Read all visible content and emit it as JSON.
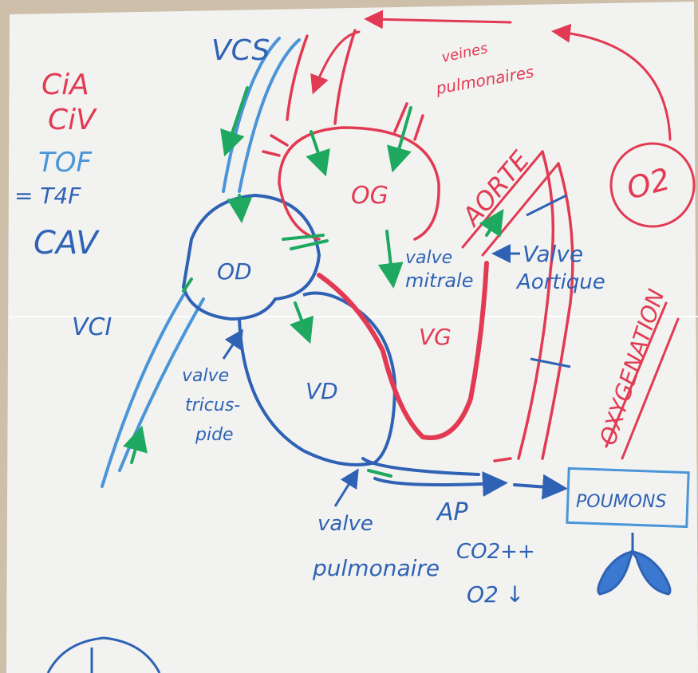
{
  "colors": {
    "blue": "#2f62b4",
    "light_blue": "#4a95d8",
    "red": "#e23a52",
    "green": "#1fa860",
    "board": "#f2f3f1",
    "wall": "#cdbfa9"
  },
  "legend": {
    "cia": "CiA",
    "civ": "CiV",
    "tof": "TOF",
    "t4f": "= T4F",
    "cav": "CAV"
  },
  "labels": {
    "vcs": "VCS",
    "vci": "VCI",
    "veines_pulmonaires_1": "veines",
    "veines_pulmonaires_2": "pulmonaires",
    "og": "OG",
    "od": "OD",
    "vd": "VD",
    "vg": "VG",
    "aorte": "AORTE",
    "o2": "O2",
    "oxygenation": "OXYGENATION",
    "valve_mitrale_1": "valve",
    "valve_mitrale_2": "mitrale",
    "valve_aortique_1": "Valve",
    "valve_aortique_2": "Aortique",
    "valve_tricuspide_1": "valve",
    "valve_tricuspide_2": "tricus-",
    "valve_tricuspide_3": "pide",
    "valve_pulmonaire_1": "valve",
    "valve_pulmonaire_2": "pulmonaire",
    "ap": "AP",
    "co2": "CO2++",
    "o2_down": "O2 ↓",
    "poumons": "POUMONS"
  }
}
